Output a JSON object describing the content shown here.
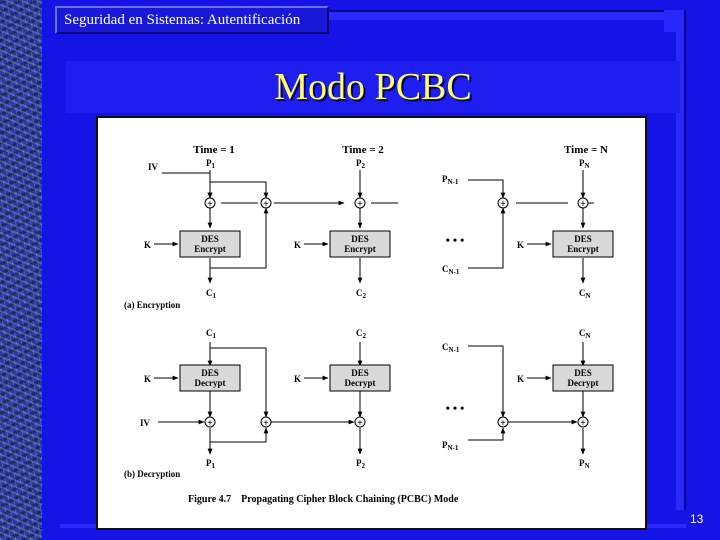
{
  "header": {
    "title": "Seguridad en Sistemas: Autentificación"
  },
  "slide": {
    "title": "Modo PCBC",
    "page_number": "13"
  },
  "figure": {
    "caption": "Figure 4.7    Propagating Cipher Block Chaining (PCBC) Mode",
    "time_labels": [
      "Time = 1",
      "Time = 2",
      "Time = N"
    ],
    "encryption_label": "(a) Encryption",
    "decryption_label": "(b) Decryption",
    "iv": "IV",
    "key": "K",
    "ellipsis": "• • •",
    "des_encrypt": [
      "DES",
      "Encrypt"
    ],
    "des_decrypt": [
      "DES",
      "Decrypt"
    ],
    "xor_symbol": "+",
    "enc": {
      "p": [
        {
          "base": "P",
          "sub": "1"
        },
        {
          "base": "P",
          "sub": "2"
        },
        {
          "base": "P",
          "sub": "N"
        }
      ],
      "c": [
        {
          "base": "C",
          "sub": "1"
        },
        {
          "base": "C",
          "sub": "2"
        },
        {
          "base": "C",
          "sub": "N"
        }
      ],
      "p_prev": {
        "base": "P",
        "sub": "N-1"
      },
      "c_prev": {
        "base": "C",
        "sub": "N-1"
      }
    },
    "dec": {
      "c": [
        {
          "base": "C",
          "sub": "1"
        },
        {
          "base": "C",
          "sub": "2"
        },
        {
          "base": "C",
          "sub": "N"
        }
      ],
      "p": [
        {
          "base": "P",
          "sub": "1"
        },
        {
          "base": "P",
          "sub": "2"
        },
        {
          "base": "P",
          "sub": "N"
        }
      ],
      "c_prev": {
        "base": "C",
        "sub": "N-1"
      },
      "p_prev": {
        "base": "P",
        "sub": "N-1"
      }
    }
  }
}
